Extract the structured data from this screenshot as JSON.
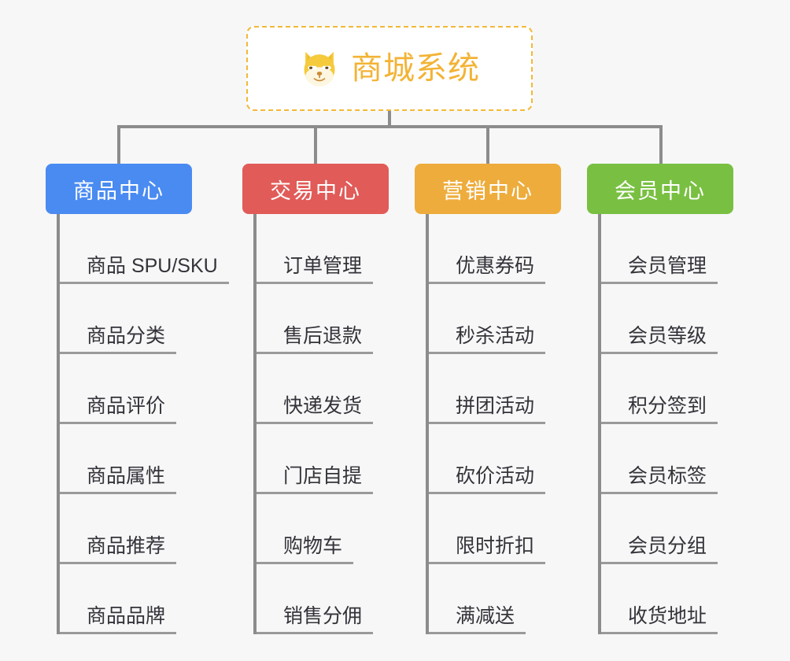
{
  "background_color": "#f7f7f7",
  "root": {
    "title": "商城系统",
    "icon": "shiba-dog-face-emoji",
    "text_color": "#f3b335",
    "border_color": "#f2b938",
    "background": "#ffffff"
  },
  "connector_color": "#8c8c8c",
  "leaf_underline_color": "#9a9a9a",
  "leaf_text_color": "#33333a",
  "columns": [
    {
      "title": "商品中心",
      "color": "#4a8bf2",
      "items": [
        {
          "label": "商品 SPU/SKU"
        },
        {
          "label": "商品分类"
        },
        {
          "label": "商品评价"
        },
        {
          "label": "商品属性"
        },
        {
          "label": "商品推荐"
        },
        {
          "label": "商品品牌"
        }
      ]
    },
    {
      "title": "交易中心",
      "color": "#e15b58",
      "items": [
        {
          "label": "订单管理"
        },
        {
          "label": "售后退款"
        },
        {
          "label": "快递发货"
        },
        {
          "label": "门店自提"
        },
        {
          "label": "购物车"
        },
        {
          "label": "销售分佣"
        }
      ]
    },
    {
      "title": "营销中心",
      "color": "#eeac3c",
      "items": [
        {
          "label": "优惠券码"
        },
        {
          "label": "秒杀活动"
        },
        {
          "label": "拼团活动"
        },
        {
          "label": "砍价活动"
        },
        {
          "label": "限时折扣"
        },
        {
          "label": "满减送"
        }
      ]
    },
    {
      "title": "会员中心",
      "color": "#79c042",
      "items": [
        {
          "label": "会员管理"
        },
        {
          "label": "会员等级"
        },
        {
          "label": "积分签到"
        },
        {
          "label": "会员标签"
        },
        {
          "label": "会员分组"
        },
        {
          "label": "收货地址"
        }
      ]
    }
  ]
}
